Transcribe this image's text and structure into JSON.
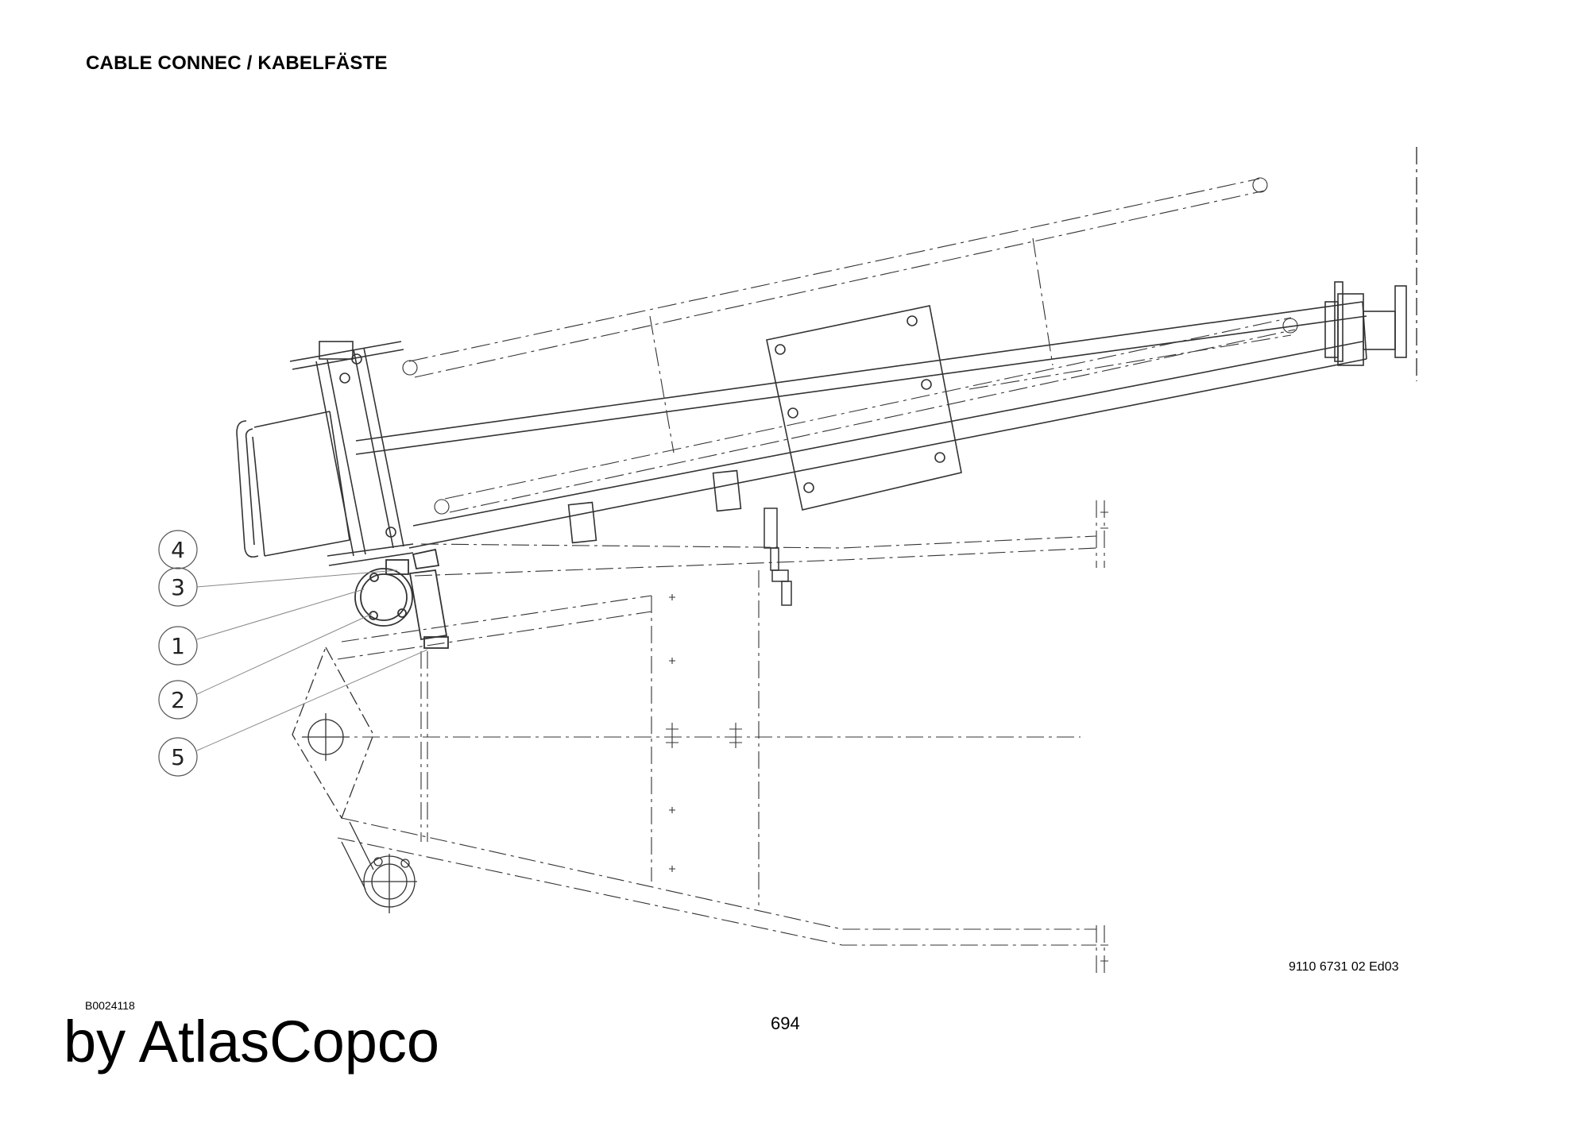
{
  "header": {
    "title": "CABLE CONNEC / KABELFÄSTE"
  },
  "callouts": [
    "4",
    "3",
    "1",
    "2",
    "5"
  ],
  "footer": {
    "doc_number": "9110 6731 02 Ed03",
    "image_id": "B0024118",
    "page_number": "694",
    "brand": "by AtlasCopco"
  }
}
